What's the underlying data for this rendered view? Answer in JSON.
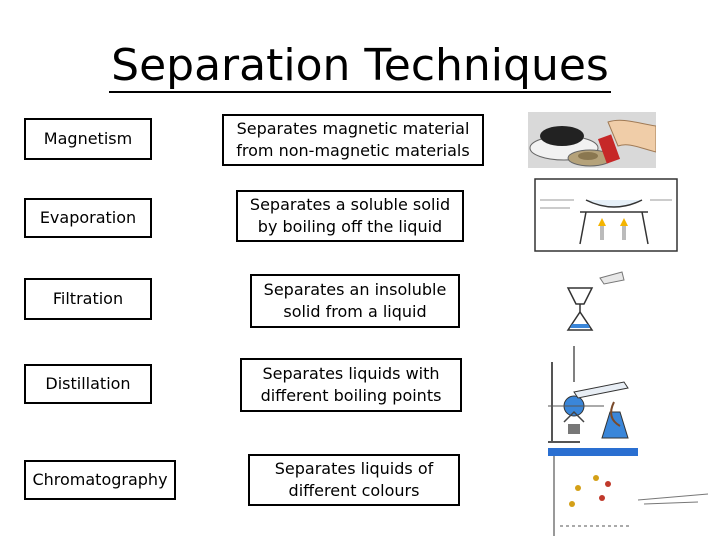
{
  "title": "Separation Techniques",
  "rows": [
    {
      "technique": "Magnetism",
      "description": "Separates magnetic material from non-magnetic materials"
    },
    {
      "technique": "Evaporation",
      "description": "Separates a soluble solid by boiling off the liquid"
    },
    {
      "technique": "Filtration",
      "description": "Separates an insoluble solid from a liquid"
    },
    {
      "technique": "Distillation",
      "description": "Separates liquids with different boiling points"
    },
    {
      "technique": "Chromatography",
      "description": "Separates liquids of different colours"
    }
  ],
  "colors": {
    "border": "#000000",
    "flask_liquid": "#3a86d9",
    "paper_line": "#2a6fd1"
  }
}
